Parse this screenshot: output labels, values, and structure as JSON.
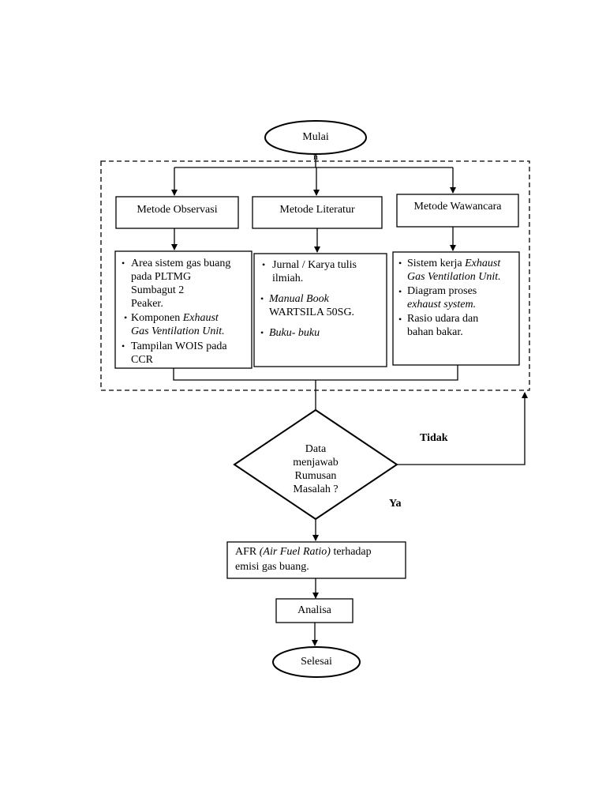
{
  "start": {
    "label": "Mulai",
    "marker": "n"
  },
  "methods": [
    {
      "title": "Metode Observasi",
      "items": [
        {
          "lines": [
            "Area sistem gas buang",
            "pada PLTMG",
            "Sumbagut 2",
            "Peaker."
          ]
        },
        {
          "parts": [
            "Komponen ",
            "Exhaust",
            "Gas Ventilation Unit."
          ]
        },
        {
          "lines": [
            "Tampilan WOIS pada",
            "CCR"
          ]
        }
      ]
    },
    {
      "title": "Metode Literatur",
      "items": [
        {
          "lines": [
            "Jurnal / Karya tulis",
            "ilmiah."
          ]
        },
        {
          "parts": [
            "Manual Book",
            "WARTSILA 50SG."
          ]
        },
        {
          "lines": [
            "Buku- buku"
          ]
        }
      ]
    },
    {
      "title": "Metode Wawancara",
      "items": [
        {
          "parts": [
            "Sistem kerja ",
            "Exhaust",
            "Gas Ventilation Unit."
          ]
        },
        {
          "parts": [
            "Diagram proses",
            "exhaust system."
          ]
        },
        {
          "lines": [
            "Rasio udara dan",
            "bahan bakar."
          ]
        }
      ]
    }
  ],
  "decision": {
    "lines": [
      "Data",
      "menjawab",
      "Rumusan",
      "Masalah ?"
    ],
    "no_label": "Tidak",
    "yes_label": "Ya"
  },
  "afr": {
    "prefix": "AFR ",
    "italic": "(Air Fuel Ratio)",
    "suffix": " terhadap",
    "line2": "emisi gas buang."
  },
  "analysis": {
    "label": "Analisa"
  },
  "end": {
    "label": "Selesai"
  }
}
